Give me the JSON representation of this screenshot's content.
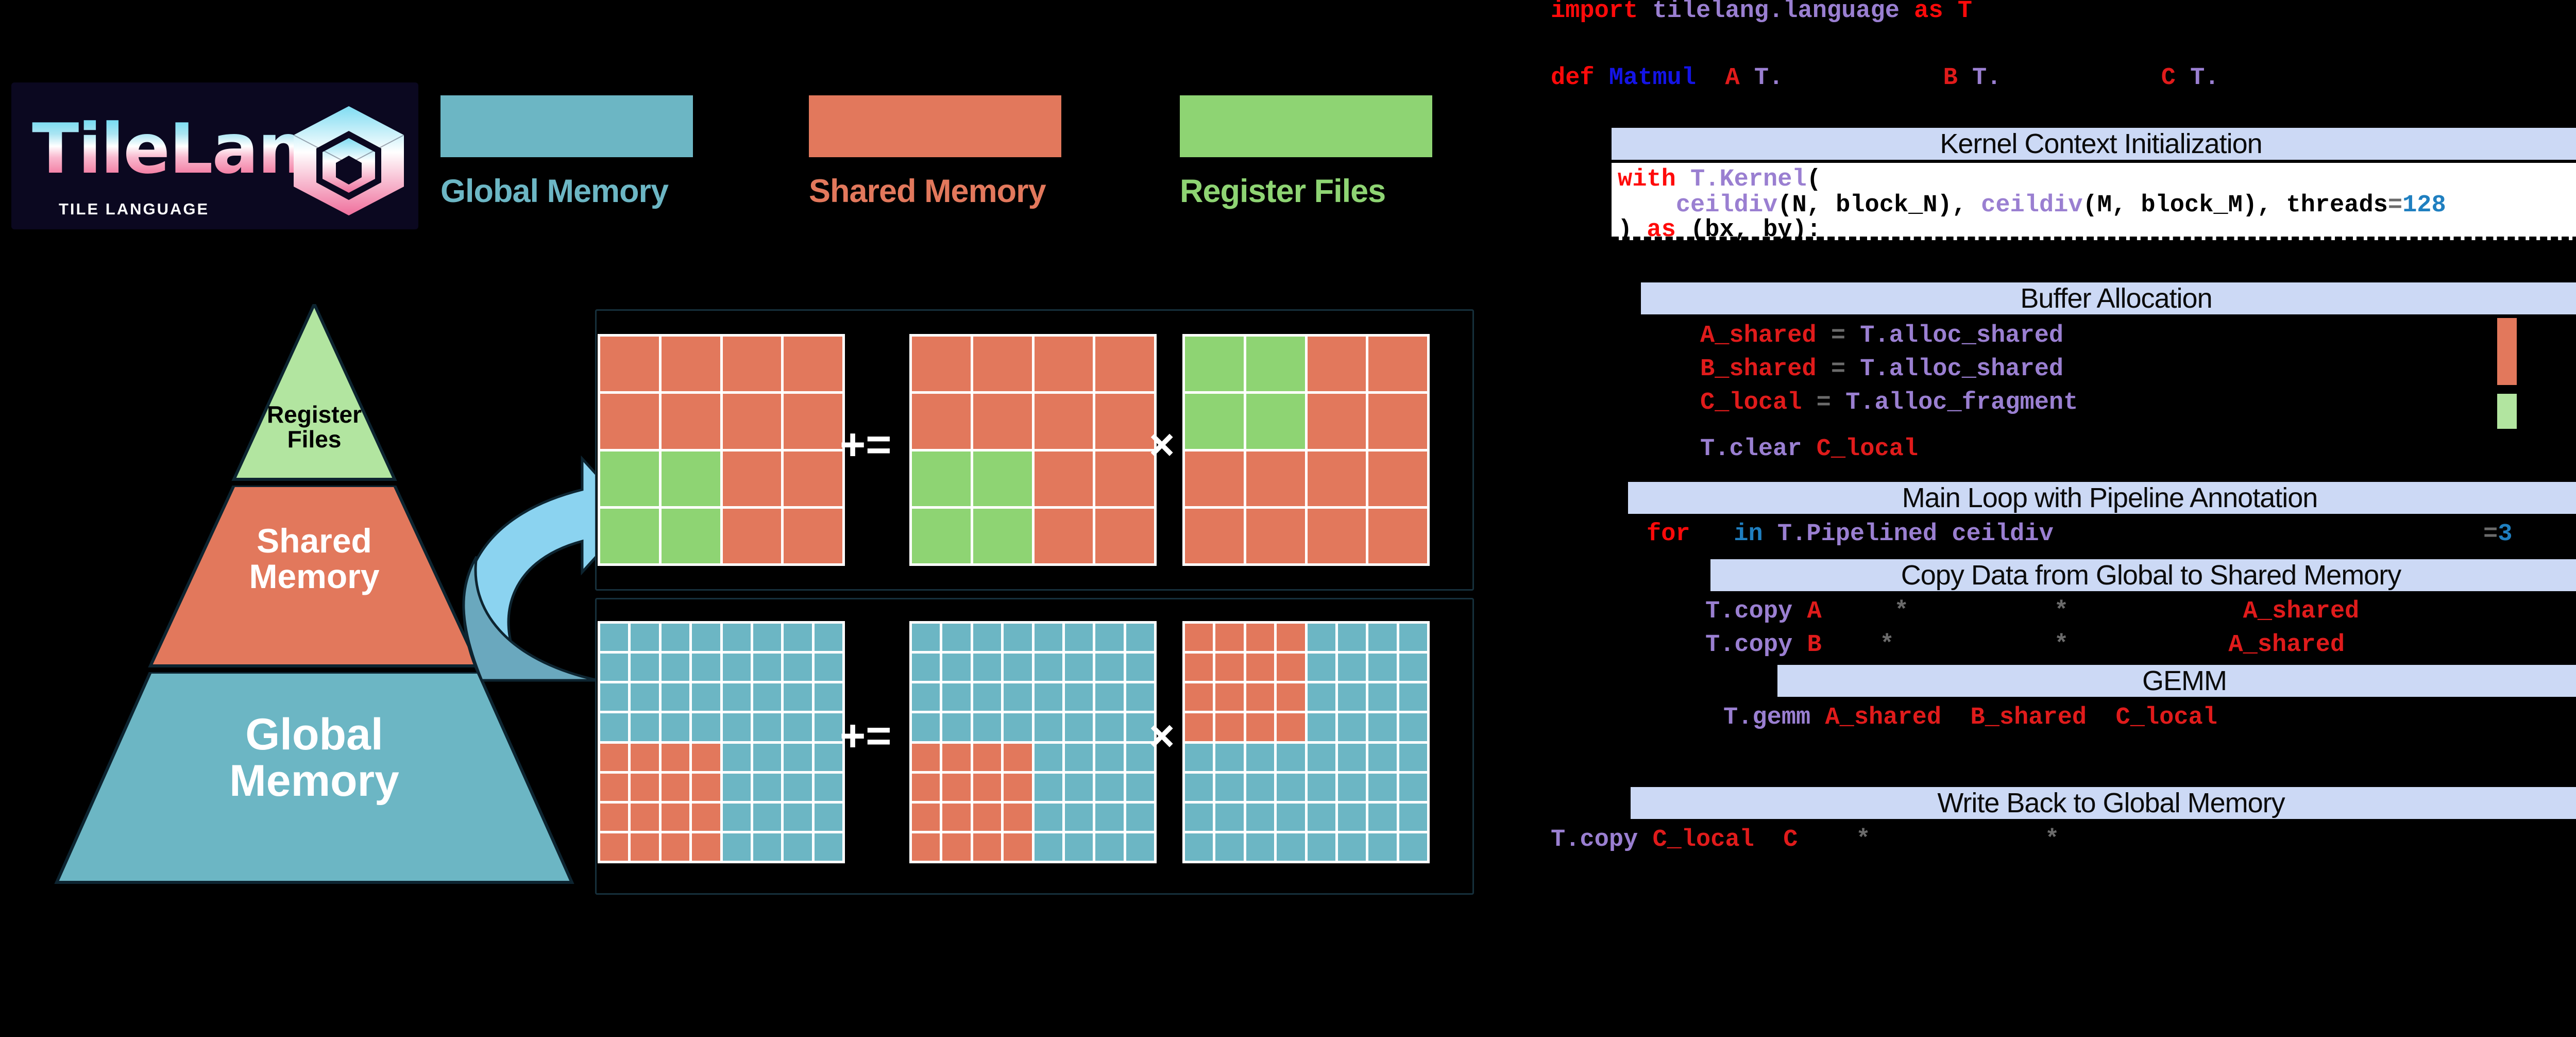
{
  "brand": {
    "wordmark": "TileLang",
    "subtitle": "TILE LANGUAGE",
    "cube_icon": "hex-cube-icon"
  },
  "colors": {
    "global_memory": "#6CB6C4",
    "shared_memory": "#E2785C",
    "register_files": "#8ED473",
    "register_files_light": "#B2E5A0",
    "section_bar": "#CCD9F5",
    "arrow_top": "#8BD3F0",
    "arrow_bottom": "#6AA8BE",
    "panel_border": "#16303C",
    "logo_bg": "#0B0820"
  },
  "legend": {
    "items": [
      {
        "label": "Global Memory",
        "color": "#6CB6C4"
      },
      {
        "label": "Shared Memory",
        "color": "#E2785C"
      },
      {
        "label": "Register Files",
        "color": "#8ED473"
      }
    ]
  },
  "pyramid": {
    "levels": [
      {
        "label": "Register\nFiles",
        "color": "#B2E5A0",
        "text_color": "#000000"
      },
      {
        "label": "Shared\nMemory",
        "color": "#E2785C",
        "text_color": "#FFFFFF"
      },
      {
        "label": "Global\nMemory",
        "color": "#6CB6C4",
        "text_color": "#FFFFFF"
      }
    ]
  },
  "diagram": {
    "top_row": {
      "operators": [
        "+=",
        "×"
      ],
      "grid_size": 4,
      "matrices": [
        {
          "name": "C-accumulator-register",
          "base": "#E2785C",
          "highlight": "#8ED473",
          "highlight_rows": [
            2,
            3
          ],
          "highlight_cols": [
            0,
            1
          ]
        },
        {
          "name": "C-register-tile",
          "base": "#E2785C",
          "highlight": "#8ED473",
          "highlight_rows": [
            2,
            3
          ],
          "highlight_cols": [
            0,
            1
          ]
        },
        {
          "name": "B-register-tile",
          "base": "#E2785C",
          "highlight": "#8ED473",
          "highlight_rows": [
            0,
            1
          ],
          "highlight_cols": [
            0,
            1
          ]
        }
      ]
    },
    "bottom_row": {
      "operators": [
        "+=",
        "×"
      ],
      "grid_size": 8,
      "matrices": [
        {
          "name": "C-global-tile",
          "base": "#6CB6C4",
          "highlight": "#E2785C",
          "highlight_rows": [
            4,
            5,
            6,
            7
          ],
          "highlight_cols": [
            0,
            1,
            2,
            3
          ]
        },
        {
          "name": "A-global-tile",
          "base": "#6CB6C4",
          "highlight": "#E2785C",
          "highlight_rows": [
            4,
            5,
            6,
            7
          ],
          "highlight_cols": [
            0,
            1,
            2,
            3
          ]
        },
        {
          "name": "B-global-tile",
          "base": "#6CB6C4",
          "highlight": "#E2785C",
          "highlight_rows": [
            0,
            1,
            2,
            3
          ],
          "highlight_cols": [
            0,
            1,
            2,
            3
          ]
        }
      ]
    },
    "arrow_label": "global-to-shared-arrow"
  },
  "code": {
    "import_line": {
      "kw": "import",
      "module": " tilelang.language ",
      "as_kw": "as",
      "alias": " T"
    },
    "def_line": {
      "kw": "def",
      "fname": " Matmul",
      "args": [
        {
          "name": "A",
          "type": "T."
        },
        {
          "name": "B",
          "type": "T."
        },
        {
          "name": "C",
          "type": "T."
        }
      ]
    },
    "sections": [
      {
        "title": "Kernel Context Initialization",
        "lines": [
          {
            "tokens": [
              {
                "t": "with",
                "c": "kw"
              },
              {
                "t": " T.Kernel",
                "c": "mod"
              },
              {
                "t": "(",
                "c": "plain"
              }
            ]
          },
          {
            "tokens": [
              {
                "t": "    ceildiv",
                "c": "mod"
              },
              {
                "t": "(N, block_N), ",
                "c": "plain"
              },
              {
                "t": "ceildiv",
                "c": "mod"
              },
              {
                "t": "(M, block_M), threads",
                "c": "plain"
              },
              {
                "t": "=",
                "c": "op2"
              },
              {
                "t": "128",
                "c": "num"
              }
            ]
          },
          {
            "tokens": [
              {
                "t": ") ",
                "c": "plain"
              },
              {
                "t": "as",
                "c": "kw"
              },
              {
                "t": " (bx, by):",
                "c": "plain"
              }
            ]
          }
        ]
      },
      {
        "title": "Buffer Allocation",
        "lines": [
          {
            "tokens": [
              {
                "t": "A_shared ",
                "c": "var"
              },
              {
                "t": "=",
                "c": "op2"
              },
              {
                "t": " T.alloc_shared",
                "c": "mod"
              }
            ]
          },
          {
            "tokens": [
              {
                "t": "B_shared ",
                "c": "var"
              },
              {
                "t": "=",
                "c": "op2"
              },
              {
                "t": " T.alloc_shared",
                "c": "mod"
              }
            ]
          },
          {
            "tokens": [
              {
                "t": "C_local ",
                "c": "var"
              },
              {
                "t": "=",
                "c": "op2"
              },
              {
                "t": " T.alloc_fragment",
                "c": "mod"
              }
            ]
          },
          {
            "tokens": [
              {
                "t": "T.clear",
                "c": "mod"
              },
              {
                "t": " C_local",
                "c": "var"
              }
            ]
          }
        ]
      },
      {
        "title": "Main Loop with Pipeline Annotation",
        "lines": [
          {
            "tokens": [
              {
                "t": "for",
                "c": "kw"
              },
              {
                "t": "   ",
                "c": "plain"
              },
              {
                "t": "in",
                "c": "kwblue"
              },
              {
                "t": " T.Pipelined",
                "c": "mod"
              },
              {
                "t": " ceildiv",
                "c": "mod"
              }
            ]
          }
        ],
        "trailing": {
          "op": "=",
          "value": "3"
        }
      },
      {
        "title": "Copy Data from Global to Shared Memory",
        "lines": [
          {
            "tokens": [
              {
                "t": "T.copy",
                "c": "mod"
              },
              {
                "t": " A",
                "c": "var"
              },
              {
                "t": "     *",
                "c": "op2"
              },
              {
                "t": "          *",
                "c": "op2"
              },
              {
                "t": "            A_shared",
                "c": "var"
              }
            ]
          },
          {
            "tokens": [
              {
                "t": "T.copy",
                "c": "mod"
              },
              {
                "t": " B",
                "c": "var"
              },
              {
                "t": "    *",
                "c": "op2"
              },
              {
                "t": "           *",
                "c": "op2"
              },
              {
                "t": "           A_shared",
                "c": "var"
              }
            ]
          }
        ]
      },
      {
        "title": "GEMM",
        "lines": [
          {
            "tokens": [
              {
                "t": "T.gemm",
                "c": "mod"
              },
              {
                "t": " A_shared  B_shared  C_local",
                "c": "var"
              }
            ]
          }
        ]
      },
      {
        "title": "Write Back to Global Memory",
        "lines": [
          {
            "tokens": [
              {
                "t": "T.copy",
                "c": "mod"
              },
              {
                "t": " C_local  C",
                "c": "var"
              },
              {
                "t": "    *",
                "c": "op2"
              },
              {
                "t": "            *",
                "c": "op2"
              }
            ]
          }
        ]
      }
    ],
    "buffer_markers": [
      {
        "name": "shared-memory-marker",
        "color": "#E2785C"
      },
      {
        "name": "register-files-marker",
        "color": "#B2E5A0"
      }
    ]
  }
}
